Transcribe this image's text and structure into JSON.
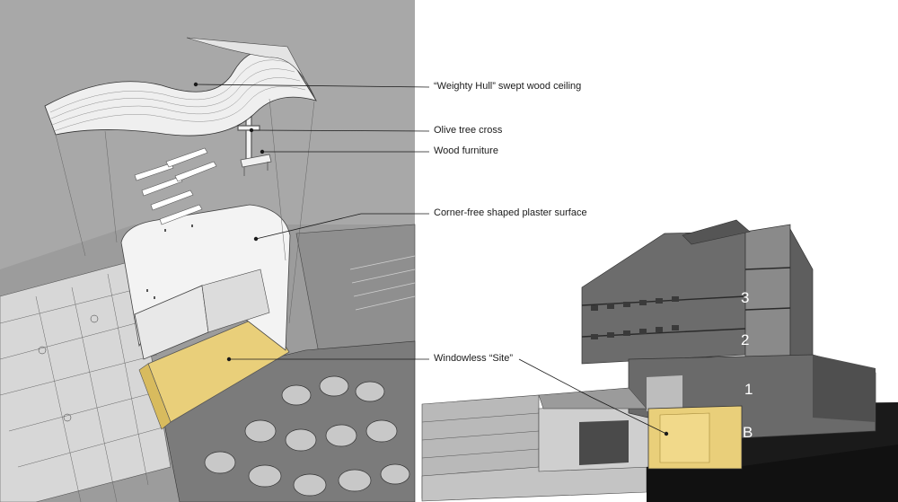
{
  "callouts": {
    "ceiling": "“Weighty Hull” swept wood ceiling",
    "cross": "Olive tree cross",
    "furniture": "Wood furniture",
    "plaster": "Corner-free shaped plaster surface",
    "site": "Windowless “Site”"
  },
  "floors": [
    "3",
    "2",
    "1",
    "B"
  ],
  "colors": {
    "left_background": "#a8a8a8",
    "highlight": "#e9cf7a",
    "building_gray": "#7a7a7a",
    "line": "#2a2a2a"
  }
}
